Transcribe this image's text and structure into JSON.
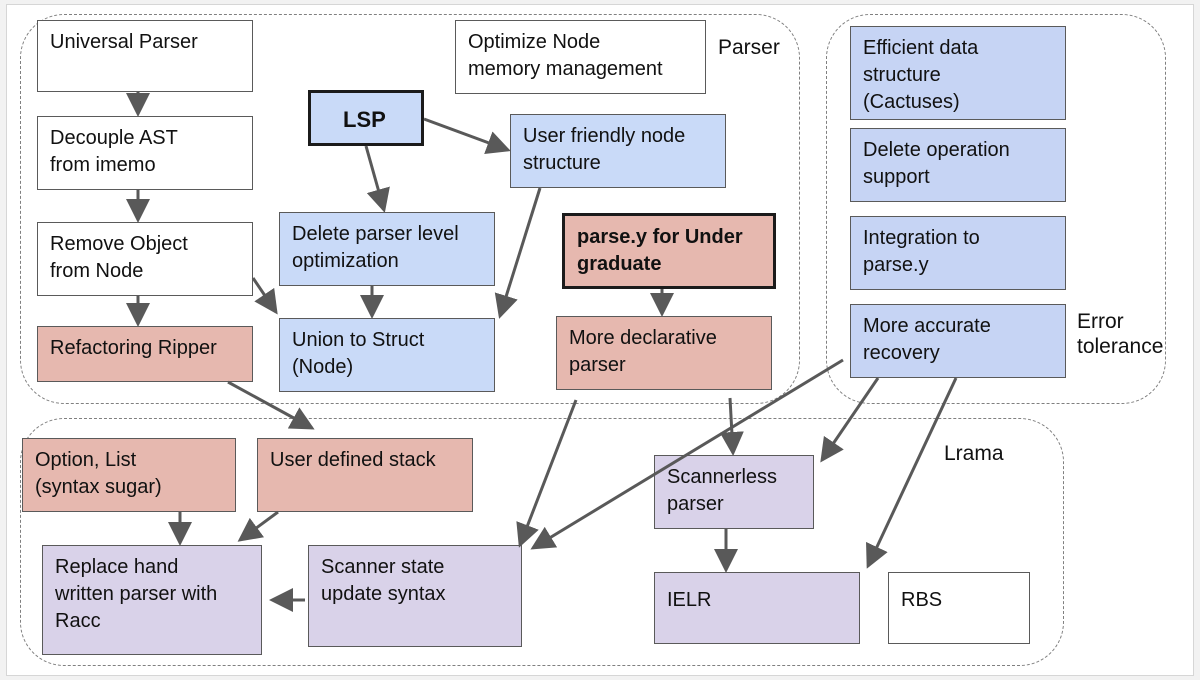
{
  "groups": {
    "parser": "Parser",
    "error_tolerance": "Error\ntolerance",
    "lrama": "Lrama"
  },
  "nodes": {
    "universal_parser": "Universal Parser",
    "decouple_ast": "Decouple AST\nfrom imemo",
    "remove_object": "Remove Object\nfrom Node",
    "refactoring_ripper": "Refactoring Ripper",
    "optimize_node_memory": "Optimize Node\nmemory management",
    "lsp": "LSP",
    "user_friendly_node": "User friendly node\nstructure",
    "delete_parser_opt": "Delete parser level\noptimization",
    "union_to_struct": "Union to Struct\n(Node)",
    "parse_y_undergraduate": "parse.y for Under\ngraduate",
    "more_declarative_parser": "More declarative\nparser",
    "efficient_data_structure": "Efficient data\nstructure\n(Cactuses)",
    "delete_operation_support": "Delete operation\nsupport",
    "integration_parse_y": "Integration to\nparse.y",
    "more_accurate_recovery": "More accurate\nrecovery",
    "option_list": "Option, List\n(syntax sugar)",
    "user_defined_stack": "User defined stack",
    "replace_hand_written": "Replace hand\nwritten parser with\nRacc",
    "scanner_state_update": "Scanner state\nupdate syntax",
    "scannerless_parser": "Scannerless\nparser",
    "ielr": "IELR",
    "rbs": "RBS"
  },
  "colors": {
    "white": "#ffffff",
    "blue": "#c9daf8",
    "pink": "#e6b8af",
    "lavender": "#d9d2e9",
    "arrow": "#595959"
  },
  "edges": [
    [
      "universal_parser",
      "decouple_ast"
    ],
    [
      "decouple_ast",
      "remove_object"
    ],
    [
      "remove_object",
      "refactoring_ripper"
    ],
    [
      "remove_object",
      "union_to_struct"
    ],
    [
      "lsp",
      "user_friendly_node"
    ],
    [
      "lsp",
      "delete_parser_opt"
    ],
    [
      "delete_parser_opt",
      "union_to_struct"
    ],
    [
      "user_friendly_node",
      "union_to_struct"
    ],
    [
      "parse_y_undergraduate",
      "more_declarative_parser"
    ],
    [
      "refactoring_ripper",
      "user_defined_stack"
    ],
    [
      "option_list",
      "replace_hand_written"
    ],
    [
      "user_defined_stack",
      "replace_hand_written"
    ],
    [
      "scanner_state_update",
      "replace_hand_written"
    ],
    [
      "more_declarative_parser",
      "scanner_state_update"
    ],
    [
      "more_declarative_parser",
      "scannerless_parser"
    ],
    [
      "more_accurate_recovery",
      "scanner_state_update"
    ],
    [
      "more_accurate_recovery",
      "scannerless_parser"
    ],
    [
      "more_accurate_recovery",
      "ielr"
    ],
    [
      "scannerless_parser",
      "ielr"
    ]
  ]
}
